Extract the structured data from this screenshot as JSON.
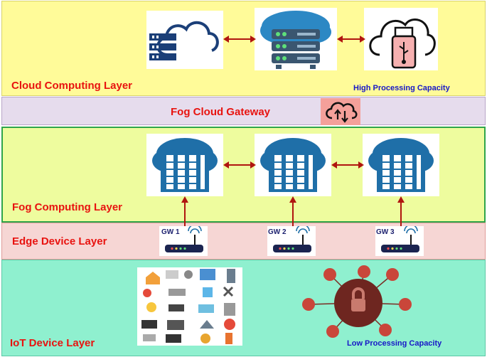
{
  "cloud_layer": {
    "label": "Cloud Computing Layer",
    "capacity": "High Processing  Capacity"
  },
  "gateway": {
    "label": "Fog Cloud Gateway"
  },
  "fog_layer": {
    "label": "Fog Computing Layer"
  },
  "edge_layer": {
    "label": "Edge Device Layer",
    "gateways": [
      "GW 1",
      "GW 2",
      "GW 3"
    ]
  },
  "iot_layer": {
    "label": "IoT Device Layer",
    "capacity": "Low Processing  Capacity"
  },
  "colors": {
    "label_red": "#e8130f",
    "capacity_blue": "#1717c7",
    "arrow": "#b0150f",
    "server_blue": "#1f6fa8"
  },
  "icons": [
    "cloud-server-icon",
    "server-stack-icon",
    "cloud-usb-icon",
    "cloud-sync-icon",
    "fog-node-icon",
    "router-icon",
    "smart-home-devices-icon",
    "iot-security-hub-icon"
  ]
}
